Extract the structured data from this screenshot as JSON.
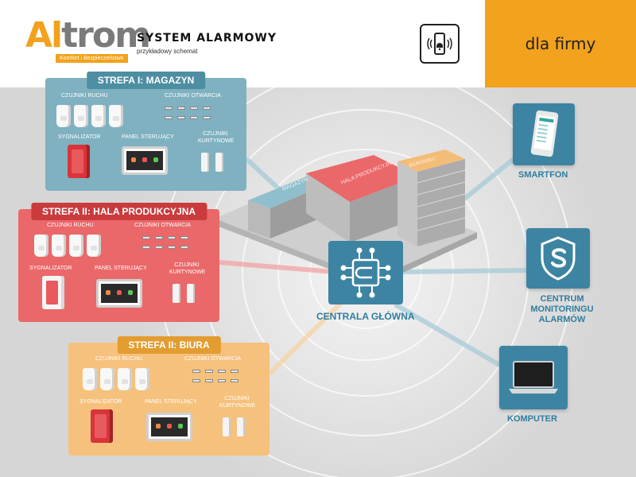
{
  "header": {
    "logo_prefix": "Al",
    "logo_rest": "trom",
    "logo_tagline": "Komfort i Bezpieczeństwo",
    "title": "SYSTEM ALARMOWY",
    "subtitle": "przykładowy schemat",
    "audience": "dla firmy",
    "phone_icon": "phone-alarm-icon"
  },
  "zones": [
    {
      "title": "STREFA I: MAGAZYN",
      "motion_sensors": "CZUJNIKI RUCHU",
      "door_sensors": "CZUJNIKI OTWARCIA",
      "siren": "SYGNALIZATOR",
      "control_panel": "PANEL STERUJĄCY",
      "curtain_sensors": "CZUJNIKI KURTYNOWE",
      "color": "#7fb1c0"
    },
    {
      "title": "STREFA II: HALA PRODUKCYJNA",
      "motion_sensors": "CZUJNIKI RUCHU",
      "door_sensors": "CZUJNIKI OTWARCIA",
      "siren": "SYGNALIZATOR",
      "control_panel": "PANEL STERUJĄCY",
      "curtain_sensors": "CZUJNIKI KURTYNOWE",
      "color": "#ea6869"
    },
    {
      "title": "STREFA II: BIURA",
      "motion_sensors": "CZUJNIKI RUCHU",
      "door_sensors": "CZUJNIKI OTWARCIA",
      "siren": "SYGNALIZATOR",
      "control_panel": "PANEL STERUJĄCY",
      "curtain_sensors": "CZUJNIKI KURTYNOWE",
      "color": "#f6c17c"
    }
  ],
  "building": {
    "magazyn": "MAGAZYN",
    "hala": "HALA PRODUKCYJNA",
    "biurowiec": "BIUROWIEC"
  },
  "central": {
    "label": "CENTRALA GŁÓWNA",
    "icon": "circuit-chip-icon"
  },
  "devices": {
    "smartphone": "SMARTFON",
    "monitoring": "CENTRUM MONITORINGU ALARMÓW",
    "computer": "KOMPUTER"
  }
}
